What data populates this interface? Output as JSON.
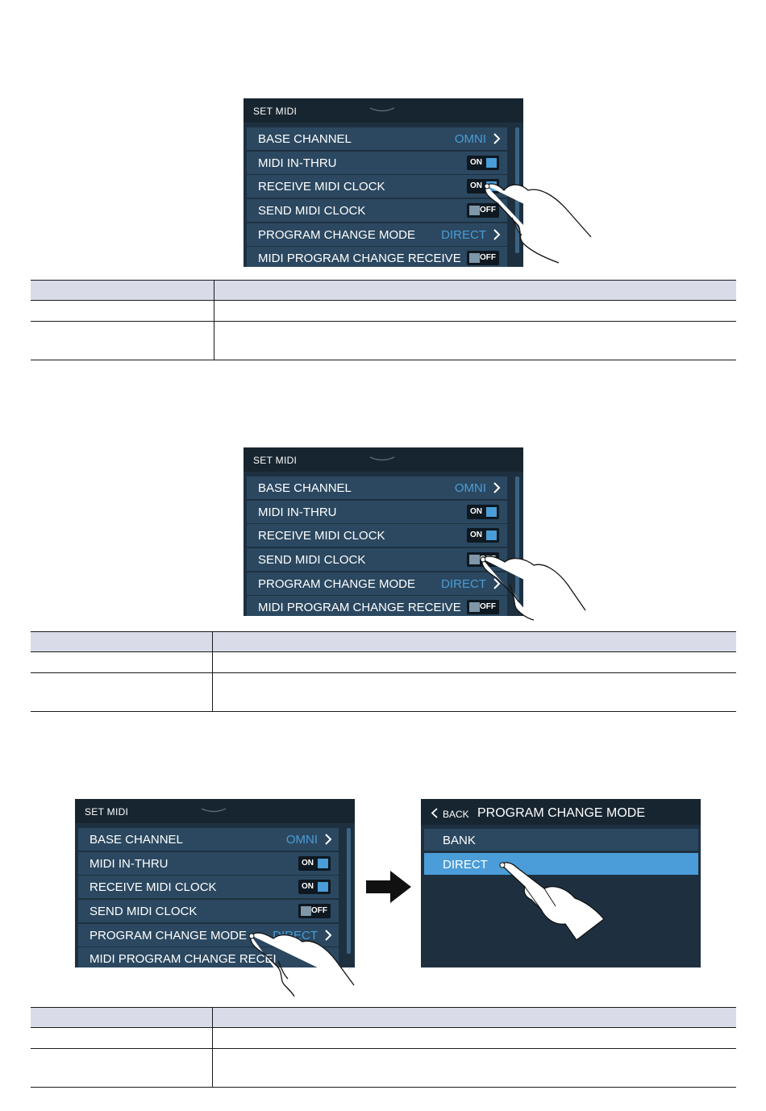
{
  "screen": {
    "title": "SET MIDI",
    "rows": [
      {
        "label": "BASE CHANNEL",
        "value": "OMNI"
      },
      {
        "label": "MIDI IN-THRU",
        "toggle": "ON"
      },
      {
        "label": "RECEIVE MIDI CLOCK",
        "toggle": "ON"
      },
      {
        "label": "SEND MIDI CLOCK",
        "toggle": "OFF"
      },
      {
        "label": "PROGRAM CHANGE MODE",
        "value": "DIRECT"
      },
      {
        "label": "MIDI PROGRAM CHANGE RECEIVE",
        "toggle": "OFF"
      }
    ],
    "row_label_cut": "MIDI PROGRAM CHANGE RECEI"
  },
  "pcm_screen": {
    "back": "BACK",
    "title": "PROGRAM CHANGE MODE",
    "options": [
      {
        "label": "BANK",
        "selected": false
      },
      {
        "label": "DIRECT",
        "selected": true
      }
    ]
  },
  "icons": {
    "hand": "pointing-hand-icon",
    "arrow": "right-arrow-icon",
    "chevron": "chevron-right-icon"
  },
  "colors": {
    "screen_bg": "#1e3040",
    "row_bg": "#2b4860",
    "accent": "#4a9dd8",
    "table_header": "#d9dbe9"
  }
}
